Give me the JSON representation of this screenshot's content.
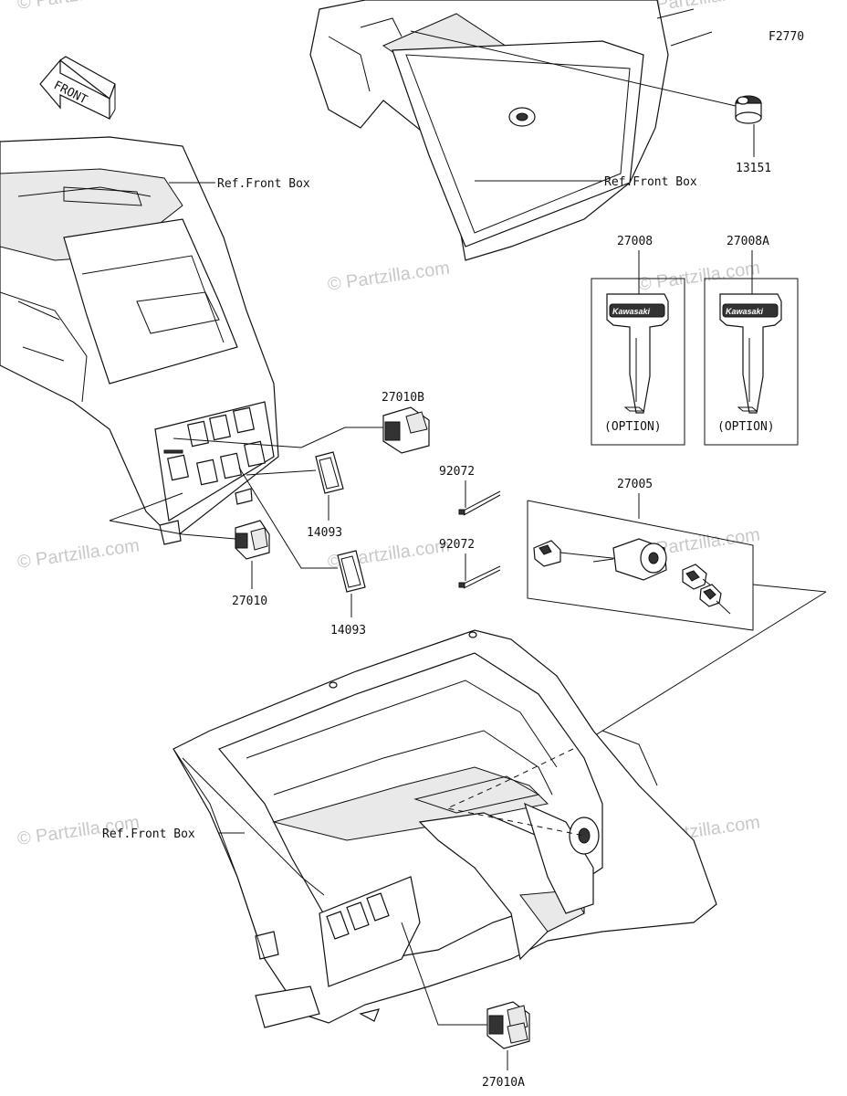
{
  "figure_code": "F2770",
  "front_arrow": "FRONT",
  "watermarks": [
    "© Partzilla.com"
  ],
  "references": {
    "ref_top_left": "Ref.Front Box",
    "ref_top_right": "Ref.Front Box",
    "ref_bottom": "Ref.Front Box"
  },
  "parts": {
    "p13151": "13151",
    "p27008": "27008",
    "p27008A": "27008A",
    "p27010B": "27010B",
    "p92072_a": "92072",
    "p92072_b": "92072",
    "p27005": "27005",
    "p14093_a": "14093",
    "p14093_b": "14093",
    "p27010": "27010",
    "p27010A": "27010A"
  },
  "key_cards": {
    "option_left": "(OPTION)",
    "option_right": "(OPTION)",
    "brand": "Kawasaki"
  }
}
